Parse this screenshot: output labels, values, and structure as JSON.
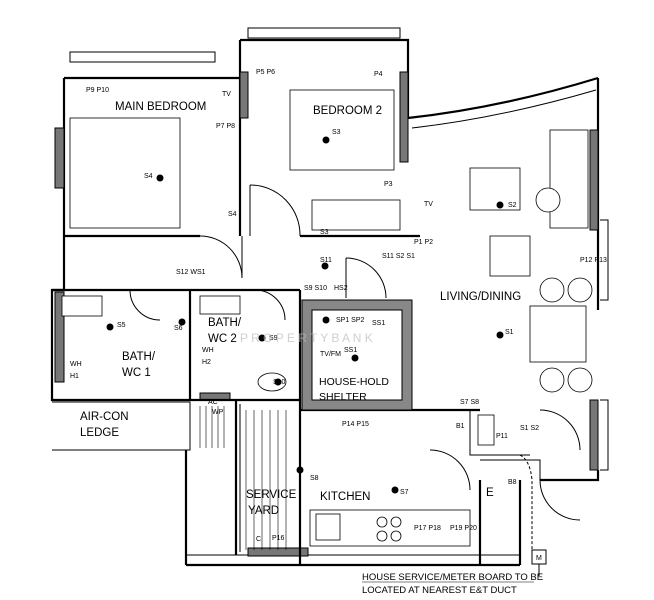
{
  "rooms": {
    "main_bedroom": "MAIN BEDROOM",
    "bedroom_2": "BEDROOM 2",
    "living_dining": "LIVING/DINING",
    "bath_wc2_line1": "BATH/",
    "bath_wc2_line2": "WC 2",
    "bath_wc1_line1": "BATH/",
    "bath_wc1_line2": "WC 1",
    "shelter_line1": "HOUSE-HOLD",
    "shelter_line2": "SHELTER",
    "aircon_line1": "AIR-CON",
    "aircon_line2": "LEDGE",
    "service_line1": "SERVICE",
    "service_line2": "YARD",
    "kitchen": "KITCHEN",
    "electrical_room": "E"
  },
  "points": {
    "s1": "S1",
    "s2": "S2",
    "s3": "S3",
    "s4": "S4",
    "s5": "S5",
    "s6": "S6",
    "s7": "S7",
    "s8": "S8",
    "s9": "S9",
    "s10": "S10",
    "s11": "S11",
    "ss1": "SS1",
    "ss1b": "SS1",
    "s4b": "S4",
    "s3b": "S3"
  },
  "tags": {
    "p9p10": "P9 P10",
    "tv_mb": "TV",
    "p7p8": "P7 P8",
    "p5p6": "P5 P6",
    "p4": "P4",
    "p3": "P3",
    "tv_b2": "TV",
    "p1p2": "P1 P2",
    "s11s2s1": "S11 S2 S1",
    "p12p13": "P12 P13",
    "s12ws1": "S12 WS1",
    "s9s10": "S9 S10",
    "hs2": "HS2",
    "sp1sp2": "SP1 SP2",
    "tv_fm": "TV/FM",
    "wh1": "WH",
    "h1": "H1",
    "wh2": "WH",
    "h2": "H2",
    "ac": "AC",
    "wp": "WP",
    "s7s8": "S7 S8",
    "b1": "B1",
    "p11": "P11",
    "p14p15": "P14 P15",
    "s1s2": "S1 S2",
    "b8": "B8",
    "p16": "P16",
    "c": "C",
    "p17p18": "P17 P18",
    "p19p20": "P19 P20",
    "m": "M"
  },
  "note": {
    "line1": "HOUSE SERVICE/METER BOARD TO BE",
    "line2": "LOCATED AT NEAREST E&T DUCT"
  },
  "watermark": "P R O P E R T Y   B A N K"
}
